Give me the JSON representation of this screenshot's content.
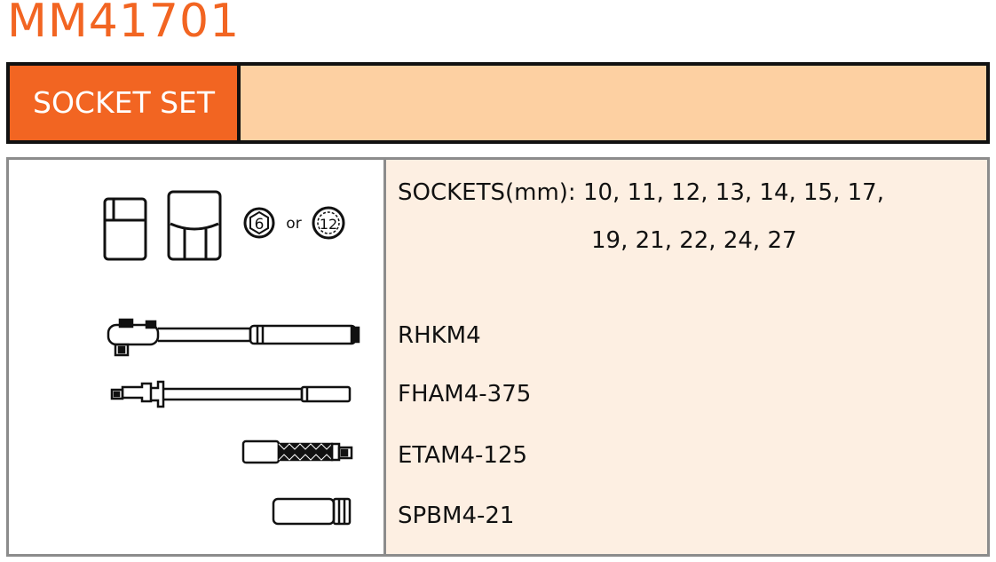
{
  "title": "MM41701",
  "header": {
    "label": "SOCKET SET"
  },
  "sockets": {
    "line1": "SOCKETS(mm): 10, 11, 12, 13, 14, 15, 17,",
    "line2": "19, 21, 22, 24, 27",
    "point_options": {
      "six": "6",
      "joiner": "or",
      "twelve": "12"
    }
  },
  "parts": [
    "RHKM4",
    "FHAM4-375",
    "ETAM4-125",
    "SPBM4-21"
  ],
  "colors": {
    "accent": "#f26522",
    "header_fill": "#fdd0a2",
    "panel_fill": "#fdefe2",
    "border_dark": "#111111",
    "border_grey": "#8c8c8c"
  },
  "icons": [
    "socket-short-icon",
    "socket-wide-icon",
    "six-point-hex-icon",
    "twelve-point-icon",
    "ratchet-handle-icon",
    "flex-handle-icon",
    "extension-bar-icon",
    "spark-plug-socket-icon"
  ]
}
